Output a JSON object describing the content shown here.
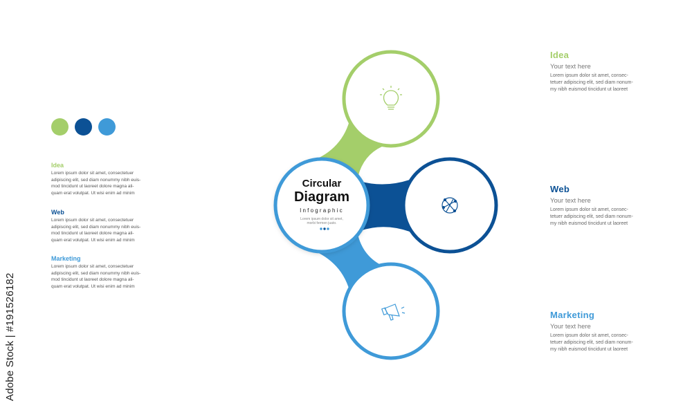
{
  "colors": {
    "green": "#a4ce6a",
    "dark_blue": "#0c5195",
    "light_blue": "#3f9ad8"
  },
  "palette": [
    "#a4ce6a",
    "#0c5195",
    "#3f9ad8"
  ],
  "center": {
    "title_line1": "Circular",
    "title_line2": "Diagram",
    "subtitle": "Infographic",
    "caption_line1": "Lorem ipsum dolor sit amet,",
    "caption_line2": "morbi fermen juato."
  },
  "nodes": [
    {
      "key": "idea",
      "icon": "lightbulb-icon"
    },
    {
      "key": "web",
      "icon": "globe-network-icon"
    },
    {
      "key": "marketing",
      "icon": "megaphone-icon"
    }
  ],
  "left": [
    {
      "title": "Idea",
      "body": [
        "Lorem ipsum dolor sit amet, consectetuer",
        "adipiscing elit, sed diam nonummy nibh euis-",
        "mod tincidunt ut laoreet dolore magna ali-",
        "quam erat volutpat. Ut wisi enim ad minim"
      ]
    },
    {
      "title": "Web",
      "body": [
        "Lorem ipsum dolor sit amet, consectetuer",
        "adipiscing elit, sed diam nonummy nibh euis-",
        "mod tincidunt ut laoreet dolore magna ali-",
        "quam erat volutpat. Ut wisi enim ad minim"
      ]
    },
    {
      "title": "Marketing",
      "body": [
        "Lorem ipsum dolor sit amet, consectetuer",
        "adipiscing elit, sed diam nonummy nibh euis-",
        "mod tincidunt ut laoreet dolore magna ali-",
        "quam erat volutpat. Ut wisi enim ad minim"
      ]
    }
  ],
  "right": [
    {
      "title": "Idea",
      "subtitle": "Your text here",
      "body": [
        "Lorem ipsum dolor sit amet, consec-",
        "tetuer adipiscing elit, sed diam nonum-",
        "my nibh euismod tincidunt ut laoreet"
      ]
    },
    {
      "title": "Web",
      "subtitle": "Your text here",
      "body": [
        "Lorem ipsum dolor sit amet, consec-",
        "tetuer adipiscing elit, sed diam nonum-",
        "my nibh euismod tincidunt ut laoreet"
      ]
    },
    {
      "title": "Marketing",
      "subtitle": "Your text here",
      "body": [
        "Lorem ipsum dolor sit amet, consec-",
        "tetuer adipiscing elit, sed diam nonum-",
        "my nibh euismod tincidunt ut laoreet"
      ]
    }
  ],
  "watermark": "Adobe Stock | #191526182"
}
